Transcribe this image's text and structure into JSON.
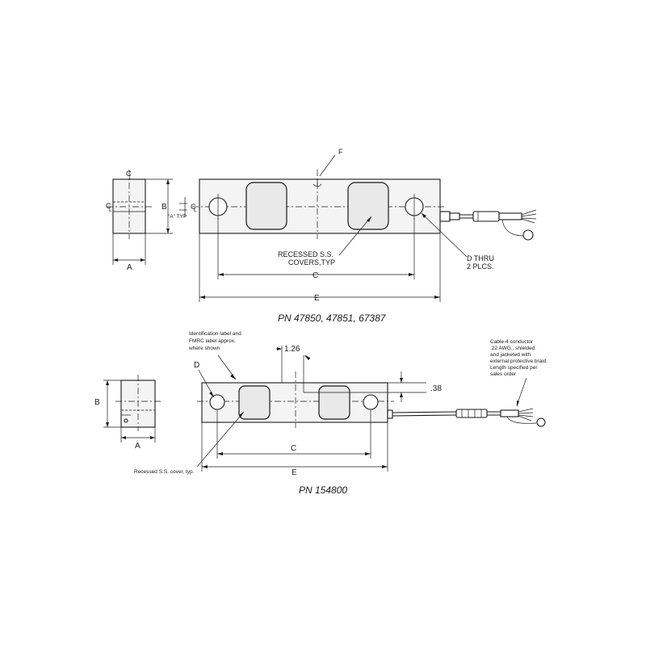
{
  "top_view": {
    "caption": "PN 47850, 47851, 67387",
    "labels": {
      "f": "F",
      "a": "A",
      "b": "B",
      "c": "C",
      "e": "E",
      "a_typ": "\"A\" TYP",
      "cl": "C",
      "cl_sub": "L",
      "recessed_line1": "RECESSED S.S.",
      "recessed_line2": "COVERS,TYP",
      "d_thru_line1": "D THRU",
      "d_thru_line2": "2 PLCS."
    }
  },
  "bottom_view": {
    "caption": "PN 154800",
    "labels": {
      "a": "A",
      "b": "B",
      "c": "C",
      "d": "D",
      "e": "E",
      "dim_126": "1.26",
      "dim_038": ".38",
      "ident_line1": "Identification label and",
      "ident_line2": "FMRC label approx.",
      "ident_line3": "where shown",
      "cable_line1": "Cable-4 conductor",
      "cable_line2": ".22 AWG., shielded",
      "cable_line3": "and jacketed with",
      "cable_line4": "external protective braid.",
      "cable_line5": "Length specified per",
      "cable_line6": "sales order",
      "recessed_cover": "Recessed S.S. cover, typ."
    }
  }
}
